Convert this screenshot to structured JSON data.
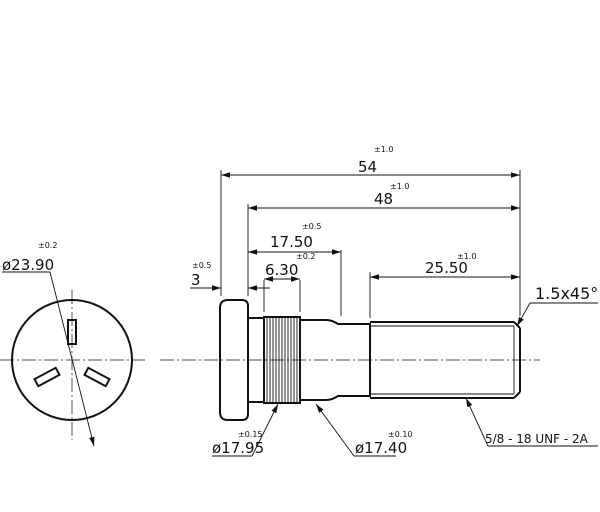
{
  "dimensions": {
    "overall_length": {
      "value": "54",
      "tolerance": "±1.0"
    },
    "thread_to_end": {
      "value": "48",
      "tolerance": "±1.0"
    },
    "knurl_to_shoulder": {
      "value": "17.50",
      "tolerance": "±0.5"
    },
    "head_thickness": {
      "value": "3",
      "tolerance": "±0.5"
    },
    "knurl_length": {
      "value": "6.30",
      "tolerance": "±0.2"
    },
    "thread_length": {
      "value": "25.50",
      "tolerance": "±1.0"
    },
    "head_diameter": {
      "value": "ø23.90",
      "tolerance": "±0.2"
    },
    "knurl_diameter": {
      "value": "ø17.95",
      "tolerance": "±0.15"
    },
    "shank_diameter": {
      "value": "ø17.40",
      "tolerance": "±0.10"
    }
  },
  "chamfer": "1.5x45°",
  "thread_spec": "5/8 - 18 UNF - 2A",
  "line_color": "#111111"
}
